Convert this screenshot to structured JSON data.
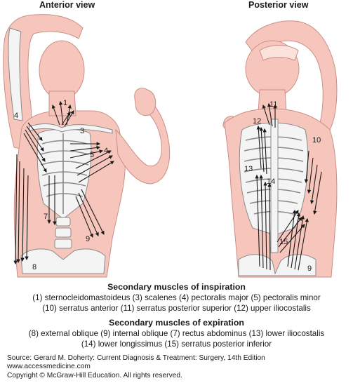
{
  "views": {
    "anterior": "Anterior view",
    "posterior": "Posterior view"
  },
  "colors": {
    "skin": "#f6c6bd",
    "skin_outline": "#c98f86",
    "skin_light": "#fbe3dc",
    "bone": "#f4f4f4",
    "bone_outline": "#8a8a8a",
    "ribs_gray": "#c9c9c9",
    "arrow": "#1a1a1a"
  },
  "muscle_labels": {
    "n1": "1",
    "n3": "3",
    "n4": "4",
    "n5": "5",
    "n4b": "4",
    "n7": "7",
    "n8": "8",
    "n9": "9",
    "p11": "11",
    "p12": "12",
    "p13": "13",
    "p14": "14",
    "p15": "15",
    "p10": "10",
    "p9": "9"
  },
  "legend": {
    "inspiration": {
      "title": "Secondary muscles of inspiration",
      "line1": "(1) sternocleidomastoideus  (3) scalenes  (4) pectoralis major  (5) pectoralis minor",
      "line2": "(10) serratus anterior  (11) serratus posterior superior  (12) upper iliocostalis"
    },
    "expiration": {
      "title": "Secondary muscles of expiration",
      "line1": "(8) external oblique  (9) internal oblique  (7) rectus abdominus  (13) lower iliocostalis",
      "line2": "(14) lower longissimus  (15) serratus posterior inferior"
    }
  },
  "source": {
    "line1": "Source: Gerard M. Doherty: Current Diagnosis & Treatment: Surgery, 14th Edition",
    "line2": "www.accessmedicine.com",
    "line3": "Copyright © McGraw-Hill Education. All rights reserved."
  }
}
